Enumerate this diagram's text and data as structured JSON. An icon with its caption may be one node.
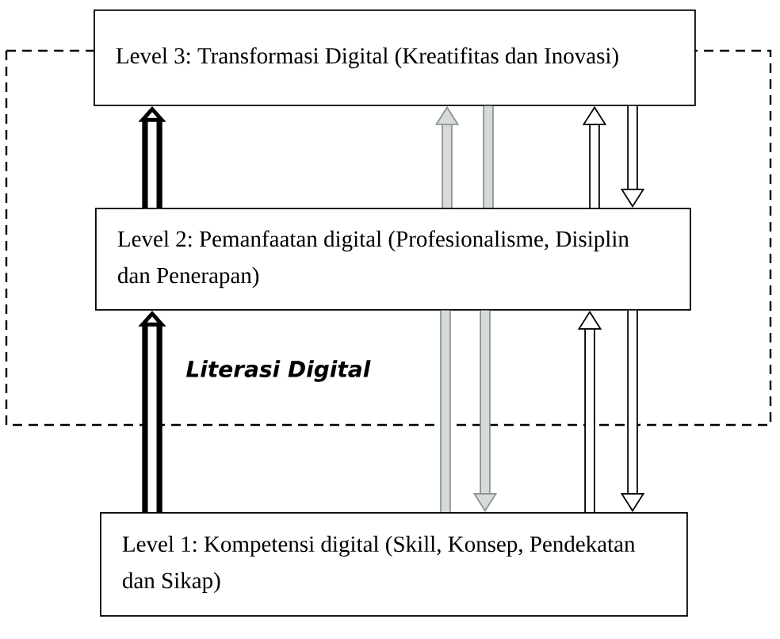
{
  "diagram": {
    "nodes": [
      {
        "text": [
          "Level 3: Transformasi Digital (Kreatifitas dan Inovasi)"
        ]
      },
      {
        "text": [
          "Level 2: Pemanfaatan digital (Profesionalisme, Disiplin dan Penerapan)"
        ]
      },
      {
        "text": [
          "Level 1: Kompetensi digital (Skill, Konsep, Pendekatan dan Sikap)"
        ]
      }
    ],
    "edges": [
      {
        "from": 1,
        "to": 0,
        "arrow": "to",
        "style": "thick"
      },
      {
        "from": 1,
        "to": 0,
        "arrow": "to",
        "color": "#8a9494"
      },
      {
        "from": 1,
        "to": 0,
        "arrow": "none",
        "color": "#8a9494"
      },
      {
        "from": 1,
        "to": 0,
        "arrow": "to"
      },
      {
        "from": 0,
        "to": 1,
        "arrow": "to"
      },
      {
        "from": 2,
        "to": 1,
        "arrow": "to",
        "style": "thick"
      },
      {
        "from": 2,
        "to": 1,
        "arrow": "none",
        "color": "#8a9494"
      },
      {
        "from": 1,
        "to": 2,
        "arrow": "to",
        "color": "#8a9494"
      },
      {
        "from": 2,
        "to": 1,
        "arrow": "to"
      },
      {
        "from": 1,
        "to": 2,
        "arrow": "to"
      }
    ],
    "labels": [
      "Literasi Digital"
    ]
  }
}
